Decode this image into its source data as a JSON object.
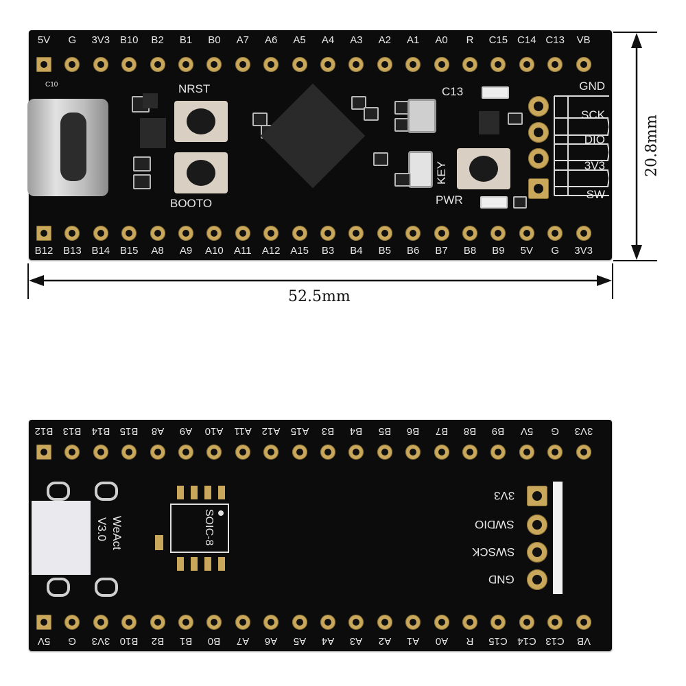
{
  "top_board": {
    "top_pins": [
      "5V",
      "G",
      "3V3",
      "B10",
      "B2",
      "B1",
      "B0",
      "A7",
      "A6",
      "A5",
      "A4",
      "A3",
      "A2",
      "A1",
      "A0",
      "R",
      "C15",
      "C14",
      "C13",
      "VB"
    ],
    "bottom_pins": [
      "B12",
      "B13",
      "B14",
      "B15",
      "A8",
      "A9",
      "A10",
      "A11",
      "A12",
      "A15",
      "B3",
      "B4",
      "B5",
      "B6",
      "B7",
      "B8",
      "B9",
      "5V",
      "G",
      "3V3"
    ],
    "silk": {
      "c10": "C10",
      "nrst": "NRST",
      "booto": "BOOTO",
      "c13": "C13",
      "key": "KEY",
      "pwr": "PWR"
    },
    "swd_labels": [
      "GND",
      "SCK",
      "DIO",
      "3V3",
      "SW"
    ]
  },
  "bottom_board": {
    "top_pins": [
      "B12",
      "B13",
      "B14",
      "B15",
      "A8",
      "A9",
      "A10",
      "A11",
      "A12",
      "A15",
      "B3",
      "B4",
      "B5",
      "B6",
      "B7",
      "B8",
      "B9",
      "5V",
      "G",
      "3V3"
    ],
    "bottom_pins": [
      "5V",
      "G",
      "3V3",
      "B10",
      "B2",
      "B1",
      "B0",
      "A7",
      "A6",
      "A5",
      "A4",
      "A3",
      "A2",
      "A1",
      "A0",
      "R",
      "C15",
      "C14",
      "C13",
      "VB"
    ],
    "silk": {
      "brand": "WeAct",
      "version": "V3.0",
      "soic": "SOIC-8"
    },
    "swd_labels": [
      "3V3",
      "SWDIO",
      "SWSCK",
      "GND"
    ]
  },
  "dimensions": {
    "width": "52.5mm",
    "height": "20.8mm"
  }
}
